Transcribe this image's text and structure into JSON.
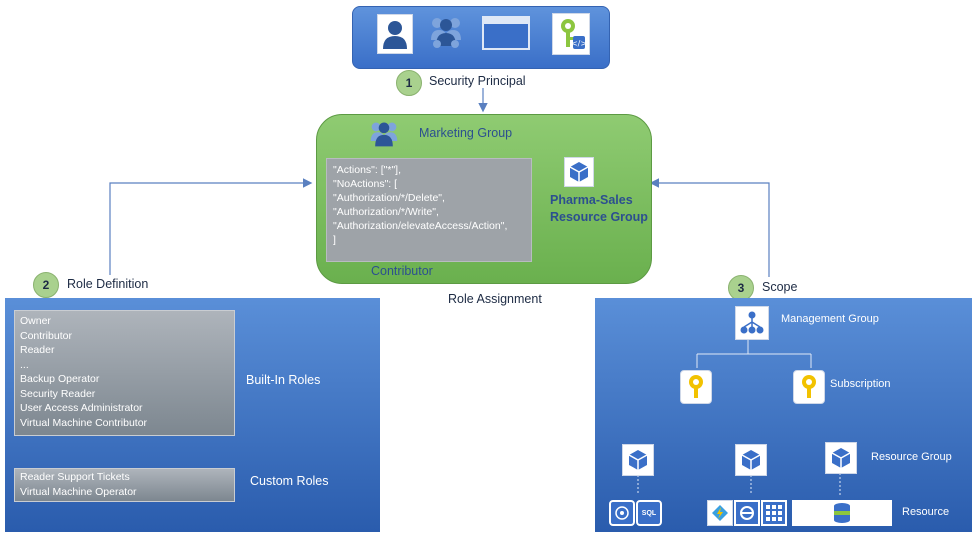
{
  "security_principal": {
    "label": "Security Principal",
    "number": "1",
    "icons": [
      "user-icon",
      "group-icon",
      "app-window-icon",
      "managed-identity-icon"
    ]
  },
  "role_assignment": {
    "group_label": "Marketing Group",
    "caption": "Role Assignment",
    "contributor_label": "Contributor",
    "resource_group_label_line1": "Pharma-Sales",
    "resource_group_label_line2": "Resource Group",
    "code_lines": [
      "\"Actions\": [\"*\"],",
      "\"NoActions\": [",
      "\"Authorization/*/Delete\",",
      "\"Authorization/*/Write\",",
      "\"Authorization/elevateAccess/Action\",",
      "]"
    ]
  },
  "role_definition": {
    "label": "Role Definition",
    "number": "2",
    "builtin_title": "Built-In Roles",
    "builtin_roles": [
      "Owner",
      "Contributor",
      "Reader",
      "...",
      "Backup Operator",
      "Security Reader",
      "User Access Administrator",
      "Virtual Machine Contributor"
    ],
    "custom_title": "Custom Roles",
    "custom_roles": [
      "Reader Support Tickets",
      "Virtual Machine Operator"
    ]
  },
  "scope": {
    "label": "Scope",
    "number": "3",
    "management_group": "Management Group",
    "subscription": "Subscription",
    "resource_group": "Resource Group",
    "resource": "Resource",
    "sql_text": "SQL"
  },
  "colors": {
    "panel_blue": "#4f86d6",
    "green": "#82c26a",
    "badge": "#a9d18e",
    "connector": "#5a80c0"
  }
}
